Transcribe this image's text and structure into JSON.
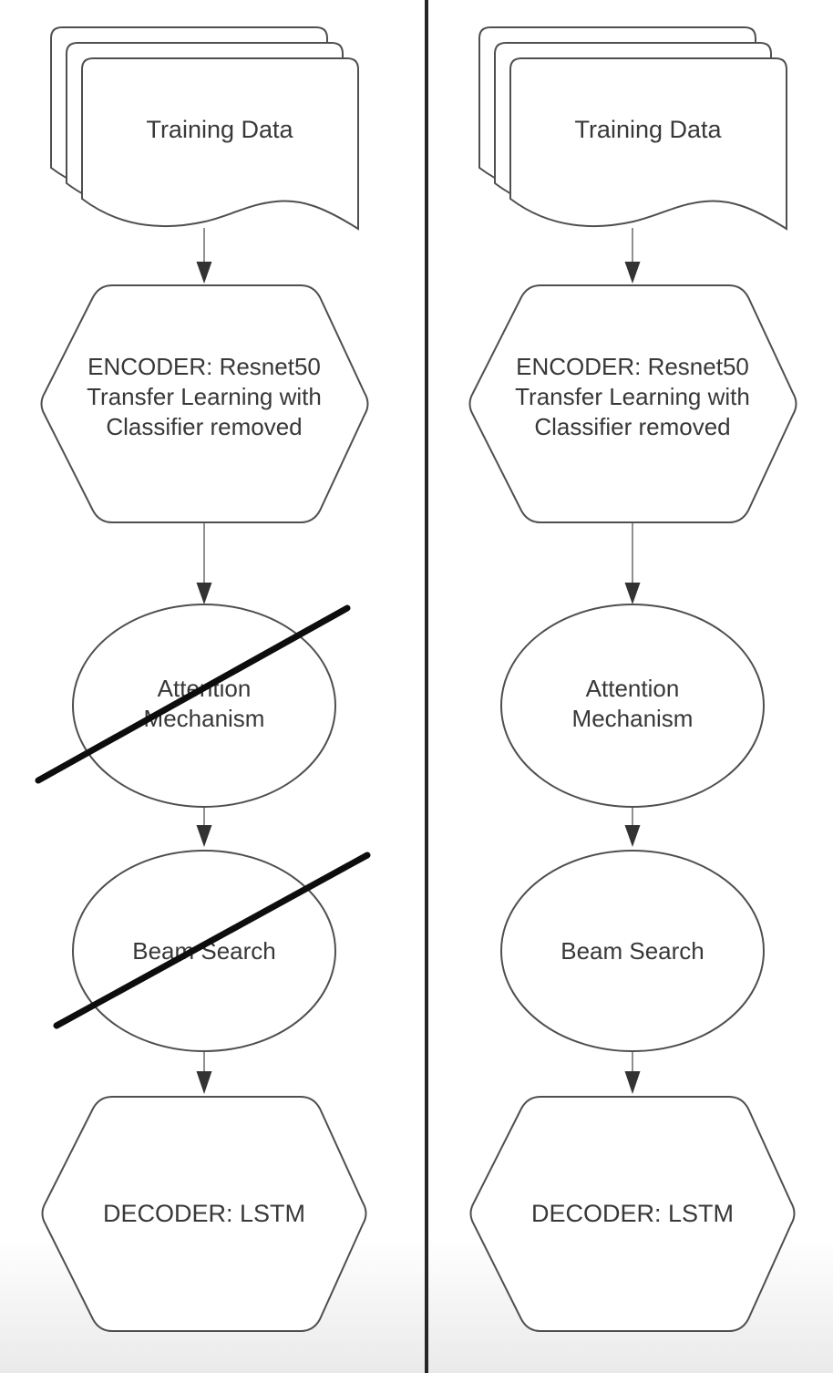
{
  "diagram": {
    "colors": {
      "shape-stroke": "#4f4f4f",
      "shape-fill": "#ffffff",
      "label-color": "#383838",
      "arrow-stem": "#757575",
      "arrow-head": "#333333",
      "strike-color": "#0d0d0d",
      "divider-color": "#262626",
      "bg-bottom": "#eaeaea"
    },
    "columns": [
      {
        "id": "left",
        "training_label": "Training Data",
        "encoder_lines": [
          "ENCODER: Resnet50",
          "Transfer Learning with",
          "Classifier removed"
        ],
        "attention_lines": [
          "Attention",
          "Mechanism"
        ],
        "beam_label": "Beam Search",
        "decoder_label": "DECODER: LSTM",
        "attention_struck": true,
        "beam_struck": true
      },
      {
        "id": "right",
        "training_label": "Training Data",
        "encoder_lines": [
          "ENCODER: Resnet50",
          "Transfer Learning with",
          "Classifier removed"
        ],
        "attention_lines": [
          "Attention",
          "Mechanism"
        ],
        "beam_label": "Beam Search",
        "decoder_label": "DECODER: LSTM",
        "attention_struck": false,
        "beam_struck": false
      }
    ]
  }
}
